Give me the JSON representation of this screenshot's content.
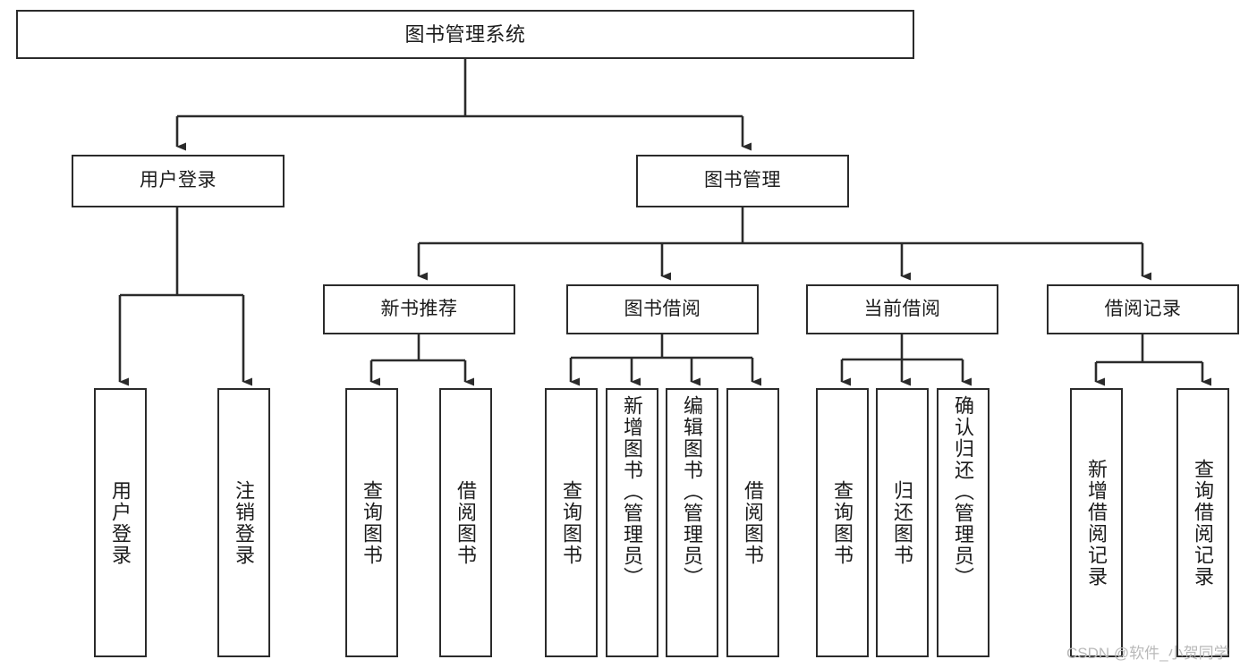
{
  "diagram": {
    "type": "tree-hierarchy-chart",
    "title_text": "图书管理系统",
    "style": {
      "box_stroke": "#2b2b2b",
      "box_fill": "#ffffff",
      "line_color": "#2b2b2b",
      "text_color": "#1c1c1c",
      "background": "#ffffff",
      "watermark_color": "#b9b9b9"
    },
    "root": {
      "label": "图书管理系统"
    },
    "level2": [
      {
        "label": "用户登录"
      },
      {
        "label": "图书管理"
      }
    ],
    "level3": [
      {
        "label": "新书推荐"
      },
      {
        "label": "图书借阅"
      },
      {
        "label": "当前借阅"
      },
      {
        "label": "借阅记录"
      }
    ],
    "leaves": {
      "user_login": [
        {
          "label": "用户登录"
        },
        {
          "label": "注销登录"
        }
      ],
      "new_book_recommend": [
        {
          "label": "查询图书"
        },
        {
          "label": "借阅图书"
        }
      ],
      "book_borrow": [
        {
          "label": "查询图书"
        },
        {
          "label": "新增图书（管理员）"
        },
        {
          "label": "编辑图书（管理员）"
        },
        {
          "label": "借阅图书"
        }
      ],
      "current_borrow": [
        {
          "label": "查询图书"
        },
        {
          "label": "归还图书"
        },
        {
          "label": "确认归还（管理员）"
        }
      ],
      "borrow_record": [
        {
          "label": "新增借阅记录"
        },
        {
          "label": "查询借阅记录"
        }
      ]
    },
    "watermark": "CSDN @软件_小贺同学"
  }
}
